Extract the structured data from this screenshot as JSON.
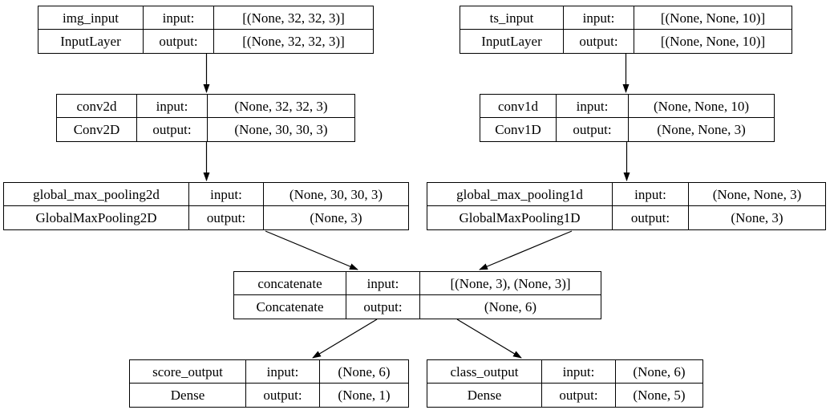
{
  "page": {
    "background": "#ffffff"
  },
  "diagram": {
    "kind": "keras-model-architecture-plot",
    "colors": {
      "node_border": "#000000",
      "node_fill": "#ffffff",
      "text": "#000000",
      "edge": "#000000"
    },
    "labels": {
      "input": "input:",
      "output": "output:"
    },
    "nodes": {
      "img_input": {
        "name": "img_input",
        "layer_type": "InputLayer",
        "input_shape": "[(None, 32, 32, 3)]",
        "output_shape": "[(None, 32, 32, 3)]"
      },
      "ts_input": {
        "name": "ts_input",
        "layer_type": "InputLayer",
        "input_shape": "[(None, None, 10)]",
        "output_shape": "[(None, None, 10)]"
      },
      "conv2d": {
        "name": "conv2d",
        "layer_type": "Conv2D",
        "input_shape": "(None, 32, 32, 3)",
        "output_shape": "(None, 30, 30, 3)"
      },
      "conv1d": {
        "name": "conv1d",
        "layer_type": "Conv1D",
        "input_shape": "(None, None, 10)",
        "output_shape": "(None, None, 3)"
      },
      "global_max_pooling2d": {
        "name": "global_max_pooling2d",
        "layer_type": "GlobalMaxPooling2D",
        "input_shape": "(None, 30, 30, 3)",
        "output_shape": "(None, 3)"
      },
      "global_max_pooling1d": {
        "name": "global_max_pooling1d",
        "layer_type": "GlobalMaxPooling1D",
        "input_shape": "(None, None, 3)",
        "output_shape": "(None, 3)"
      },
      "concatenate": {
        "name": "concatenate",
        "layer_type": "Concatenate",
        "input_shape": "[(None, 3), (None, 3)]",
        "output_shape": "(None, 6)"
      },
      "score_output": {
        "name": "score_output",
        "layer_type": "Dense",
        "input_shape": "(None, 6)",
        "output_shape": "(None, 1)"
      },
      "class_output": {
        "name": "class_output",
        "layer_type": "Dense",
        "input_shape": "(None, 6)",
        "output_shape": "(None, 5)"
      }
    },
    "edges": [
      {
        "from": "img_input",
        "to": "conv2d"
      },
      {
        "from": "ts_input",
        "to": "conv1d"
      },
      {
        "from": "conv2d",
        "to": "global_max_pooling2d"
      },
      {
        "from": "conv1d",
        "to": "global_max_pooling1d"
      },
      {
        "from": "global_max_pooling2d",
        "to": "concatenate"
      },
      {
        "from": "global_max_pooling1d",
        "to": "concatenate"
      },
      {
        "from": "concatenate",
        "to": "score_output"
      },
      {
        "from": "concatenate",
        "to": "class_output"
      }
    ]
  }
}
